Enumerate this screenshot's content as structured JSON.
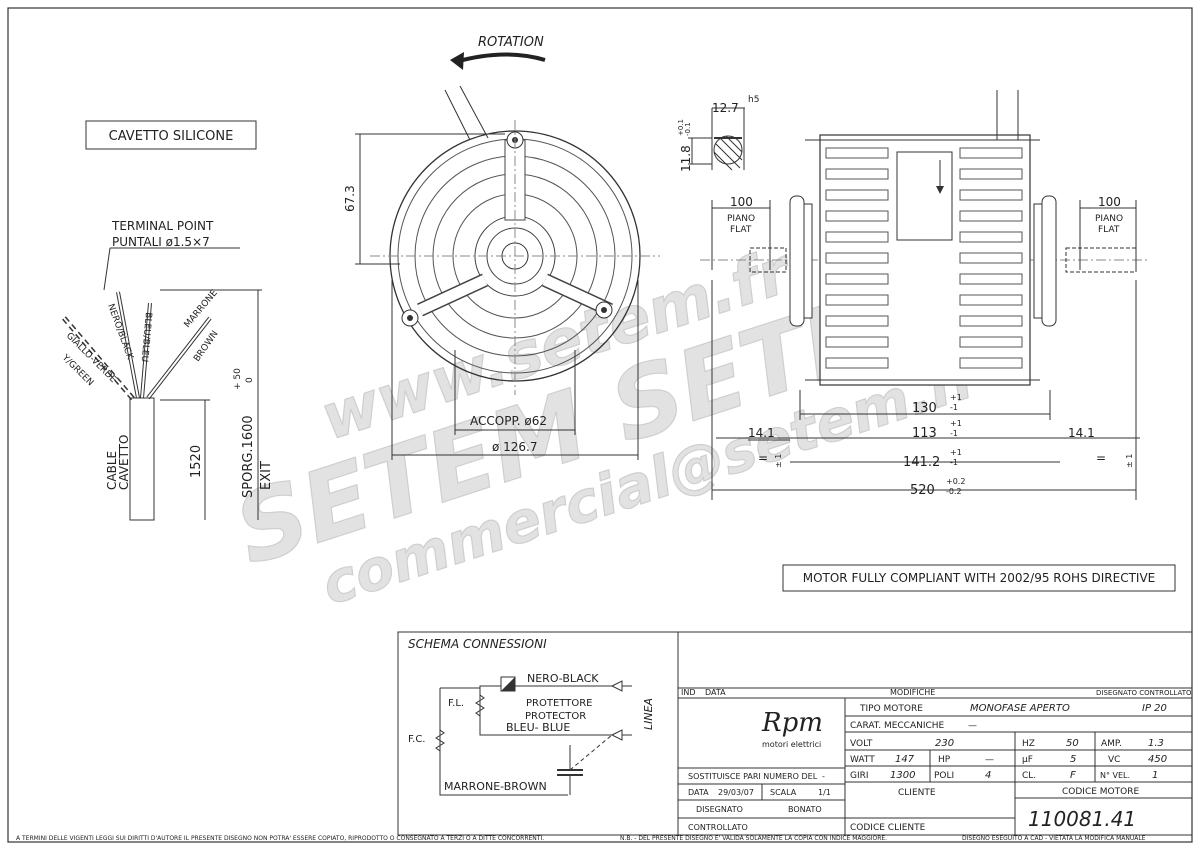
{
  "labels": {
    "rotation": "ROTATION",
    "cavetto_silicone": "CAVETTO SILICONE",
    "terminal_point": "TERMINAL POINT",
    "puntali": "PUNTALI ø1.5×7",
    "wire_nero": "NERO/BLACK",
    "wire_bleu": "BLEU/BLEU",
    "wire_marrone": "MARRONE",
    "wire_brown": "BROWN",
    "wire_giallo": "GIALLO-VERDE",
    "wire_ygreen": "Y/GREEN",
    "cable": "CABLE",
    "cavetto": "CAVETTO",
    "dim_1520": "1520",
    "sporg": "SPORG.1600",
    "sporg_tol_plus": "+ 50",
    "sporg_tol_zero": "0",
    "exit": "EXIT",
    "piano": "PIANO",
    "flat": "FLAT",
    "compliance": "MOTOR FULLY COMPLIANT WITH 2002/95 ROHS DIRECTIVE"
  },
  "dimensions": {
    "d67": "67.3",
    "accopp": "ACCOPP. ø62",
    "d126": "ø 126.7",
    "shaft_w": "12.7",
    "shaft_h": "11.8",
    "shaft_tol_a": "+0.1",
    "shaft_tol_b": "-0.1",
    "h5": "h5",
    "d100": "100",
    "d130": "130",
    "d113": "113",
    "d141": "141.2",
    "d520": "520",
    "d14": "14.1",
    "tol_p1": "+1",
    "tol_m1": "-1",
    "tol_p02": "+0.2",
    "tol_m02": "-0.2",
    "eq": "=",
    "pm": "± 1"
  },
  "schema": {
    "title": "SCHEMA CONNESSIONI",
    "nero": "NERO-BLACK",
    "protettore": "PROTETTORE",
    "protector": "PROTECTOR",
    "bleu": "BLEU- BLUE",
    "marrone": "MARRONE-BROWN",
    "fl": "F.L.",
    "fc": "F.C.",
    "linea": "LINEA"
  },
  "title_block": {
    "ind": "IND",
    "data_h": "DATA",
    "modifiche": "MODIFICHE",
    "disegnato_controllato": "DISEGNATO CONTROLLATO",
    "logo": "Rpm",
    "logo_sub": "motori elettrici",
    "tipo_motore": "TIPO MOTORE",
    "tipo_motore_val": "MONOFASE APERTO",
    "ip": "IP 20",
    "carat": "CARAT. MECCANICHE",
    "carat_val": "—",
    "volt": "VOLT",
    "volt_val": "230",
    "hz": "HZ",
    "hz_val": "50",
    "amp": "AMP.",
    "amp_val": "1.3",
    "watt": "WATT",
    "watt_val": "147",
    "hp": "HP",
    "hp_val": "—",
    "uf": "µF",
    "uf_val": "5",
    "vc": "VC",
    "vc_val": "450",
    "giri": "GIRI",
    "giri_val": "1300",
    "poli": "POLI",
    "poli_val": "4",
    "cl": "CL.",
    "cl_val": "F",
    "nvel": "N° VEL.",
    "nvel_val": "1",
    "sostituisce": "SOSTITUISCE PARI NUMERO DEL",
    "sostituisce_val": "-",
    "data": "DATA",
    "data_val": "29/03/07",
    "scala": "SCALA",
    "scala_val": "1/1",
    "disegnato": "DISEGNATO",
    "disegnato_val": "BONATO",
    "controllato": "CONTROLLATO",
    "cliente": "CLIENTE",
    "codice_cliente": "CODICE CLIENTE",
    "codice_motore": "CODICE MOTORE",
    "codice_motore_val": "110081.41"
  },
  "footer": {
    "left": "A TERMINI DELLE VIGENTI LEGGI SUI DIRITTI D'AUTORE IL PRESENTE DISEGNO NON POTRA' ESSERE COPIATO, RIPRODOTTO O CONSEGNATO A TERZI O A DITTE CONCORRENTI.",
    "mid": "N.B. - DEL PRESENTE DISEGNO E' VALIDA SOLAMENTE LA COPIA CON INDICE MAGGIORE.",
    "right": "DISEGNO ESEGUITO A CAD - VIETATA LA MODIFICA MANUALE"
  },
  "watermark": {
    "line1": "www.setem.fr",
    "line2": "SETEM SETEM",
    "line3": "commercial@setem.fr"
  }
}
